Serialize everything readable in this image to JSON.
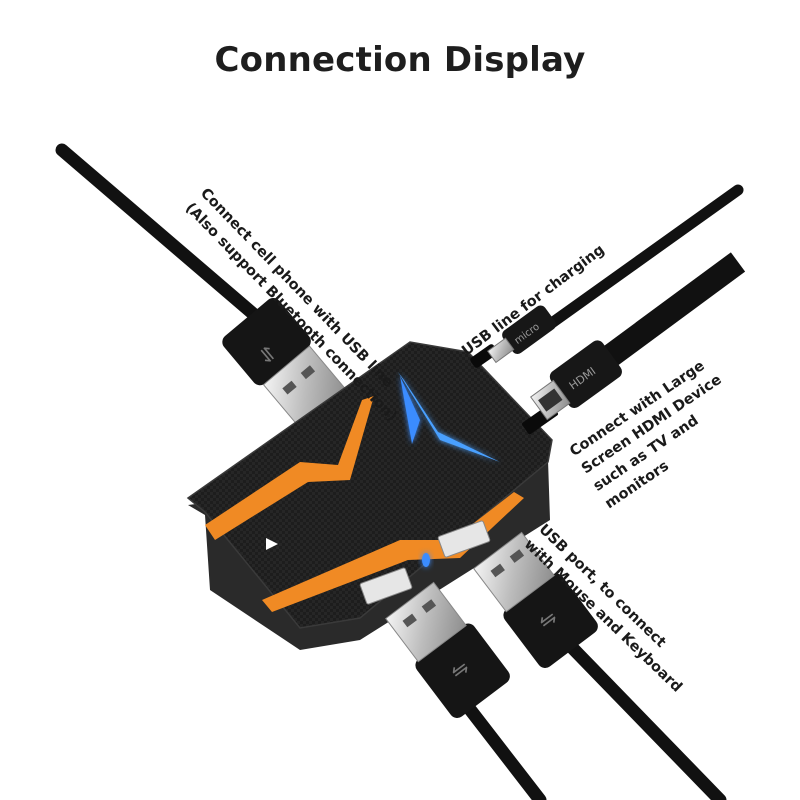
{
  "page": {
    "title": "Connection Display"
  },
  "labels": {
    "phone": [
      "Connect cell phone with USB line",
      "(Also support Bluetooth connection)"
    ],
    "charging": [
      "USB line for charging"
    ],
    "hdmi": [
      "Connect with Large",
      "Screen HDMI Device",
      "such as TV and",
      "monitors"
    ],
    "usb_ports": [
      "USB port, to connect",
      "with Mouse and Keyboard"
    ]
  },
  "connectors": {
    "micro_text": "micro",
    "hdmi_text": "HDMI"
  },
  "colors": {
    "accent_orange": "#f08a24",
    "accent_blue": "#3a8cff",
    "body": "#1c1c1c",
    "cable": "#111111"
  }
}
